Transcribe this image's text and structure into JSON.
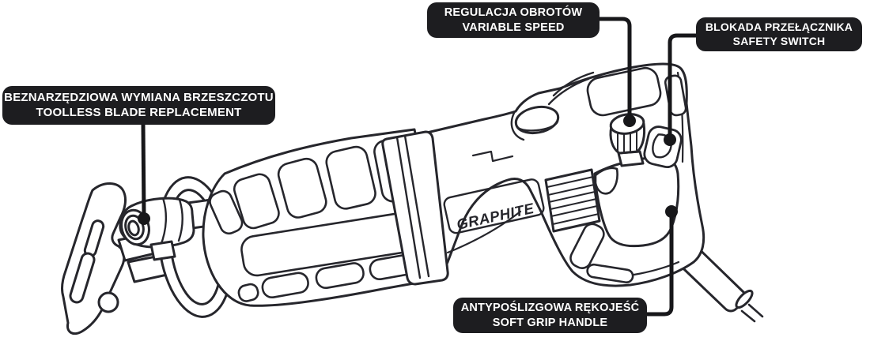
{
  "page": {
    "background": "#ffffff"
  },
  "diagram": {
    "brand": "GRAPHITE",
    "illustration": "reciprocating-saw-line-drawing",
    "callouts": [
      {
        "id": "speed",
        "line1": "REGULACJA OBROTÓW",
        "line2": "VARIABLE SPEED",
        "target": "variable-speed-dial"
      },
      {
        "id": "safety",
        "line1": "BLOKADA PRZEŁĄCZNIKA",
        "line2": "SAFETY SWITCH",
        "target": "safety-switch-button"
      },
      {
        "id": "blade",
        "line1": "BEZNARZĘDZIOWA WYMIANA BRZESZCZOTU",
        "line2": "TOOLLESS BLADE REPLACEMENT",
        "target": "toolless-blade-clamp"
      },
      {
        "id": "grip",
        "line1": "ANTYPOŚLIZGOWA RĘKOJEŚĆ",
        "line2": "SOFT GRIP HANDLE",
        "target": "soft-grip-handle"
      }
    ],
    "colors": {
      "label_bg": "#1d1d20",
      "label_text": "#ffffff",
      "line_art": "#26262c",
      "callout_line": "#17171a",
      "background": "#ffffff"
    }
  }
}
